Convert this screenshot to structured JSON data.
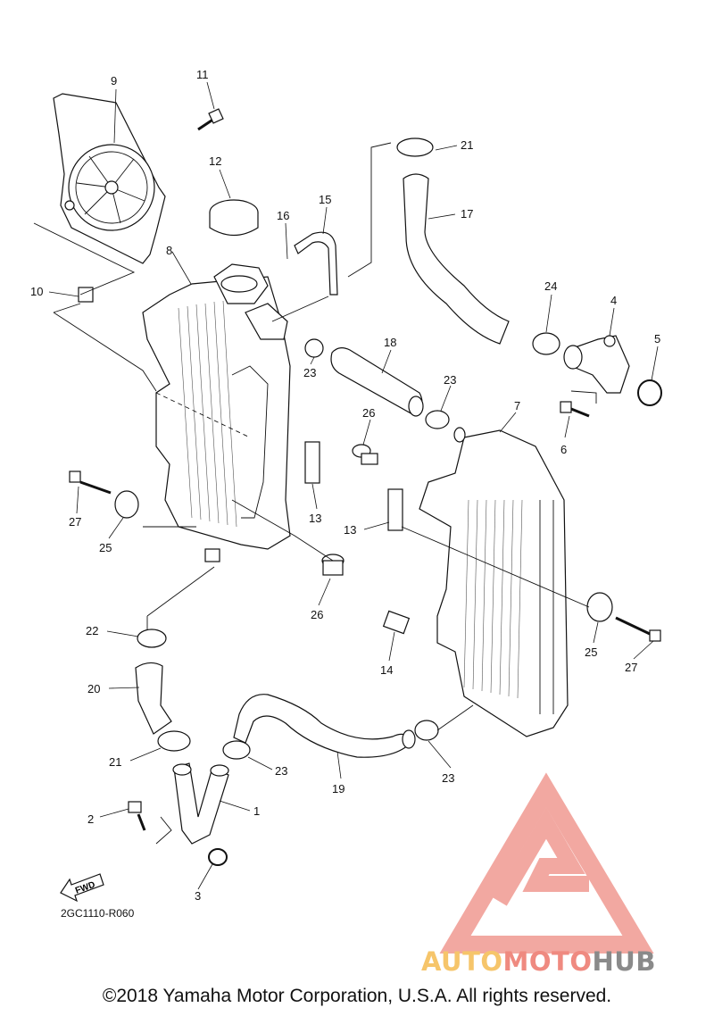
{
  "diagram": {
    "callouts": [
      {
        "id": "c9",
        "text": "9"
      },
      {
        "id": "c11",
        "text": "11"
      },
      {
        "id": "c12",
        "text": "12"
      },
      {
        "id": "c16",
        "text": "16"
      },
      {
        "id": "c15",
        "text": "15"
      },
      {
        "id": "c21a",
        "text": "21"
      },
      {
        "id": "c17",
        "text": "17"
      },
      {
        "id": "c8",
        "text": "8"
      },
      {
        "id": "c10",
        "text": "10"
      },
      {
        "id": "c24",
        "text": "24"
      },
      {
        "id": "c4",
        "text": "4"
      },
      {
        "id": "c5",
        "text": "5"
      },
      {
        "id": "c18",
        "text": "18"
      },
      {
        "id": "c23a",
        "text": "23"
      },
      {
        "id": "c23b",
        "text": "23"
      },
      {
        "id": "c26a",
        "text": "26"
      },
      {
        "id": "c7",
        "text": "7"
      },
      {
        "id": "c6",
        "text": "6"
      },
      {
        "id": "c27a",
        "text": "27"
      },
      {
        "id": "c25a",
        "text": "25"
      },
      {
        "id": "c13a",
        "text": "13"
      },
      {
        "id": "c13b",
        "text": "13"
      },
      {
        "id": "c26b",
        "text": "26"
      },
      {
        "id": "c14",
        "text": "14"
      },
      {
        "id": "c25b",
        "text": "25"
      },
      {
        "id": "c27b",
        "text": "27"
      },
      {
        "id": "c22",
        "text": "22"
      },
      {
        "id": "c20",
        "text": "20"
      },
      {
        "id": "c21b",
        "text": "21"
      },
      {
        "id": "c23c",
        "text": "23"
      },
      {
        "id": "c19",
        "text": "19"
      },
      {
        "id": "c23d",
        "text": "23"
      },
      {
        "id": "c1",
        "text": "1"
      },
      {
        "id": "c2",
        "text": "2"
      },
      {
        "id": "c3",
        "text": "3"
      }
    ],
    "forward_arrow_label": "FWD",
    "doc_code": "2GC1110-R060"
  },
  "watermark": {
    "brand_part1": "AUTO",
    "brand_part2": "MOTO",
    "brand_part3": "HUB"
  },
  "footer": {
    "copyright": "©2018 Yamaha Motor Corporation, U.S.A. All rights reserved."
  }
}
